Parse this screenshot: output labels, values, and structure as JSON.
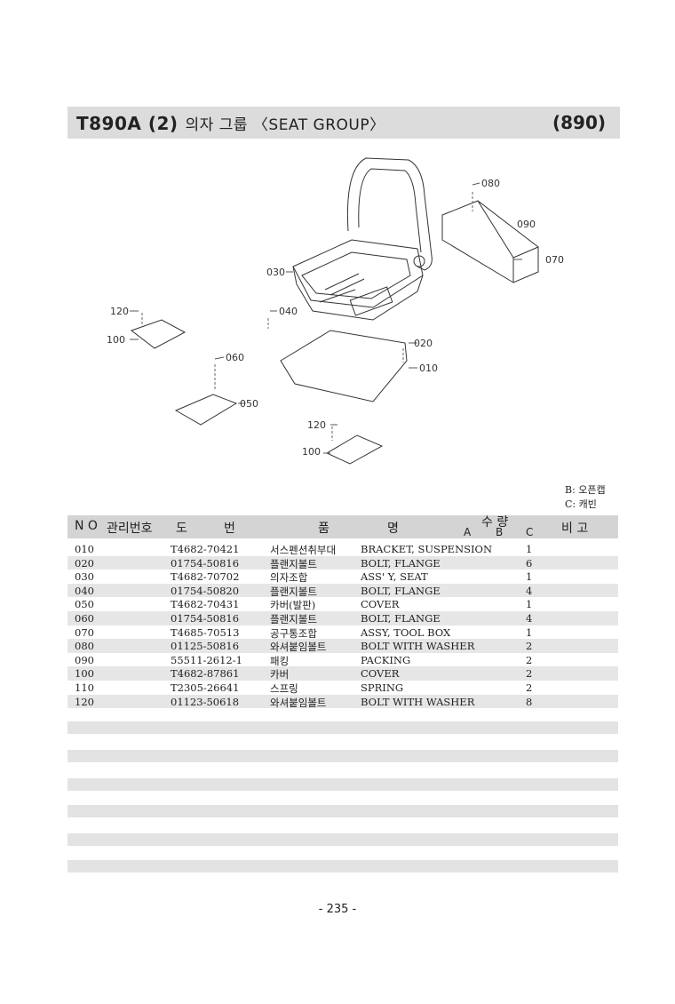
{
  "header": {
    "model": "T890A (2)",
    "title": "의자 그룹 〈SEAT GROUP〉",
    "group_code": "(890)"
  },
  "diagram": {
    "callouts": [
      "080",
      "090",
      "070",
      "030",
      "040",
      "120",
      "100",
      "060",
      "020",
      "010",
      "050",
      "120",
      "100"
    ]
  },
  "legend": {
    "b": "B: 오픈캡",
    "c": "C: 캐빈"
  },
  "table": {
    "headers": {
      "no": "N O",
      "mgmt": "관리번호",
      "drawing1": "도",
      "drawing2": "번",
      "name1": "품",
      "name2": "명",
      "qty": "수 량",
      "a": "A",
      "b": "B",
      "c": "C",
      "remark": "비 고"
    },
    "rows": [
      {
        "no": "010",
        "part": "T4682-70421",
        "kr": "서스펜션취부대",
        "en": "BRACKET, SUSPENSION",
        "qty": "1"
      },
      {
        "no": "020",
        "part": "01754-50816",
        "kr": "플랜지볼트",
        "en": "BOLT, FLANGE",
        "qty": "6"
      },
      {
        "no": "030",
        "part": "T4682-70702",
        "kr": "의자조합",
        "en": "ASS' Y, SEAT",
        "qty": "1"
      },
      {
        "no": "040",
        "part": "01754-50820",
        "kr": "플랜지볼트",
        "en": "BOLT, FLANGE",
        "qty": "4"
      },
      {
        "no": "050",
        "part": "T4682-70431",
        "kr": "카버(발판)",
        "en": "COVER",
        "qty": "1"
      },
      {
        "no": "060",
        "part": "01754-50816",
        "kr": "플랜지볼트",
        "en": "BOLT, FLANGE",
        "qty": "4"
      },
      {
        "no": "070",
        "part": "T4685-70513",
        "kr": "공구통조합",
        "en": "ASSY, TOOL BOX",
        "qty": "1"
      },
      {
        "no": "080",
        "part": "01125-50816",
        "kr": "와셔붙임볼트",
        "en": "BOLT WITH WASHER",
        "qty": "2"
      },
      {
        "no": "090",
        "part": "55511-2612-1",
        "kr": "패킹",
        "en": "PACKING",
        "qty": "2"
      },
      {
        "no": "100",
        "part": "T4682-87861",
        "kr": "카버",
        "en": "COVER",
        "qty": "2"
      },
      {
        "no": "110",
        "part": "T2305-26641",
        "kr": "스프링",
        "en": "SPRING",
        "qty": "2"
      },
      {
        "no": "120",
        "part": "01123-50618",
        "kr": "와셔붙임볼트",
        "en": "BOLT WITH WASHER",
        "qty": "8"
      }
    ]
  },
  "footer": {
    "page": "- 235 -"
  }
}
